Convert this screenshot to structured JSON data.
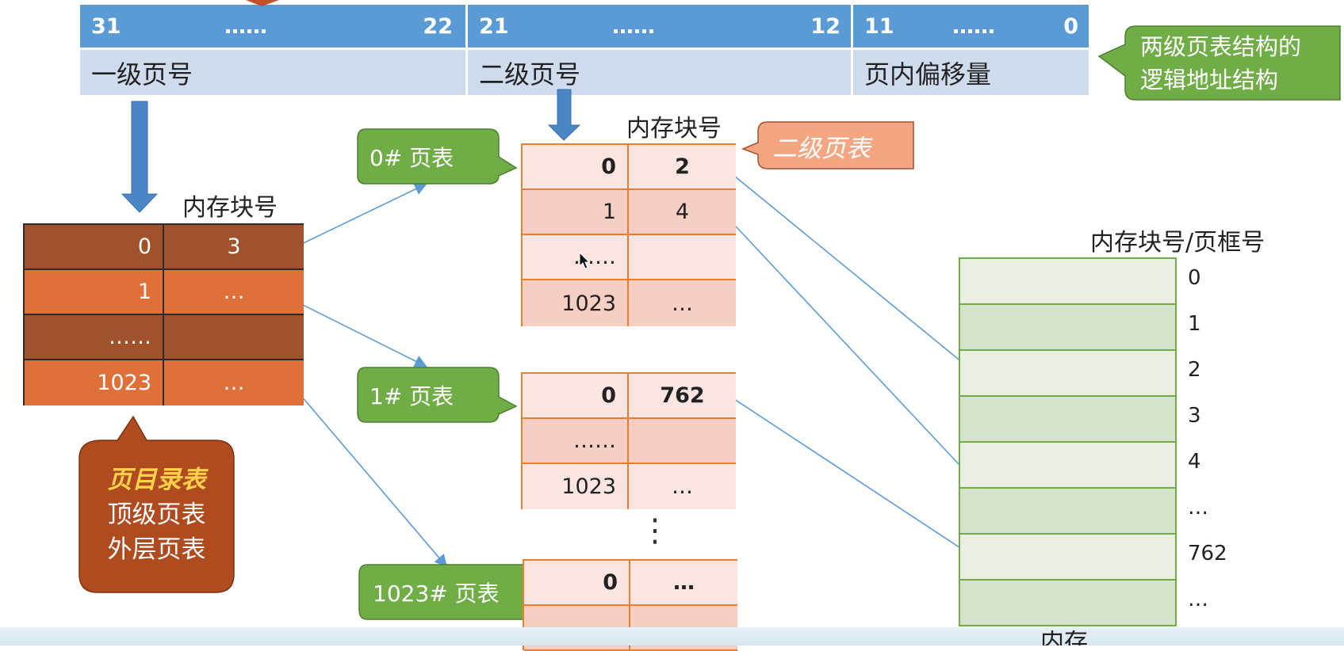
{
  "address": {
    "bits": [
      {
        "hi": "31",
        "dots": "……",
        "lo": "22"
      },
      {
        "hi": "21",
        "dots": "……",
        "lo": "12"
      },
      {
        "hi": "11",
        "dots": "……",
        "lo": "0"
      }
    ],
    "fields": [
      "一级页号",
      "二级页号",
      "页内偏移量"
    ],
    "callout": [
      "两级页表结构的",
      "逻辑地址结构"
    ]
  },
  "page_directory": {
    "header": "内存块号",
    "rows": [
      {
        "index": "0",
        "block": "3"
      },
      {
        "index": "1",
        "block": "…"
      },
      {
        "index": "……",
        "block": ""
      },
      {
        "index": "1023",
        "block": "…"
      }
    ],
    "callout": {
      "title": "页目录表",
      "line1": "顶级页表",
      "line2": "外层页表"
    }
  },
  "second_level": {
    "header": "内存块号",
    "tag": "二级页表",
    "tables": [
      {
        "label": "0# 页表",
        "rows": [
          {
            "index": "0",
            "block": "2"
          },
          {
            "index": "1",
            "block": "4"
          },
          {
            "index": "……",
            "block": ""
          },
          {
            "index": "1023",
            "block": "…"
          }
        ]
      },
      {
        "label": "1# 页表",
        "rows": [
          {
            "index": "0",
            "block": "762"
          },
          {
            "index": "……",
            "block": ""
          },
          {
            "index": "1023",
            "block": "…"
          }
        ]
      },
      {
        "label": "1023# 页表",
        "rows": [
          {
            "index": "0",
            "block": "…"
          },
          {
            "index": "……",
            "block": ""
          }
        ]
      }
    ],
    "vdots": "⋮"
  },
  "memory": {
    "header": "内存块号/页框号",
    "frames": [
      "0",
      "1",
      "2",
      "3",
      "4",
      "…",
      "762",
      "…"
    ],
    "footer": "内存"
  },
  "colors": {
    "address_bits": "#5b9bd5",
    "address_fields": "#cfdcee",
    "directory_dark": "#a0522d",
    "directory_light": "#e0703a",
    "second_level_light": "#fbe5e1",
    "second_level_dark": "#f6cfc4",
    "memory_light": "#e9f0e3",
    "memory_dark": "#d6e3cc",
    "callout_green": "#70ad47",
    "callout_brown": "#b04a1f",
    "callout_orange": "#f4a582",
    "arrow_blue": "#5b9bd5"
  }
}
